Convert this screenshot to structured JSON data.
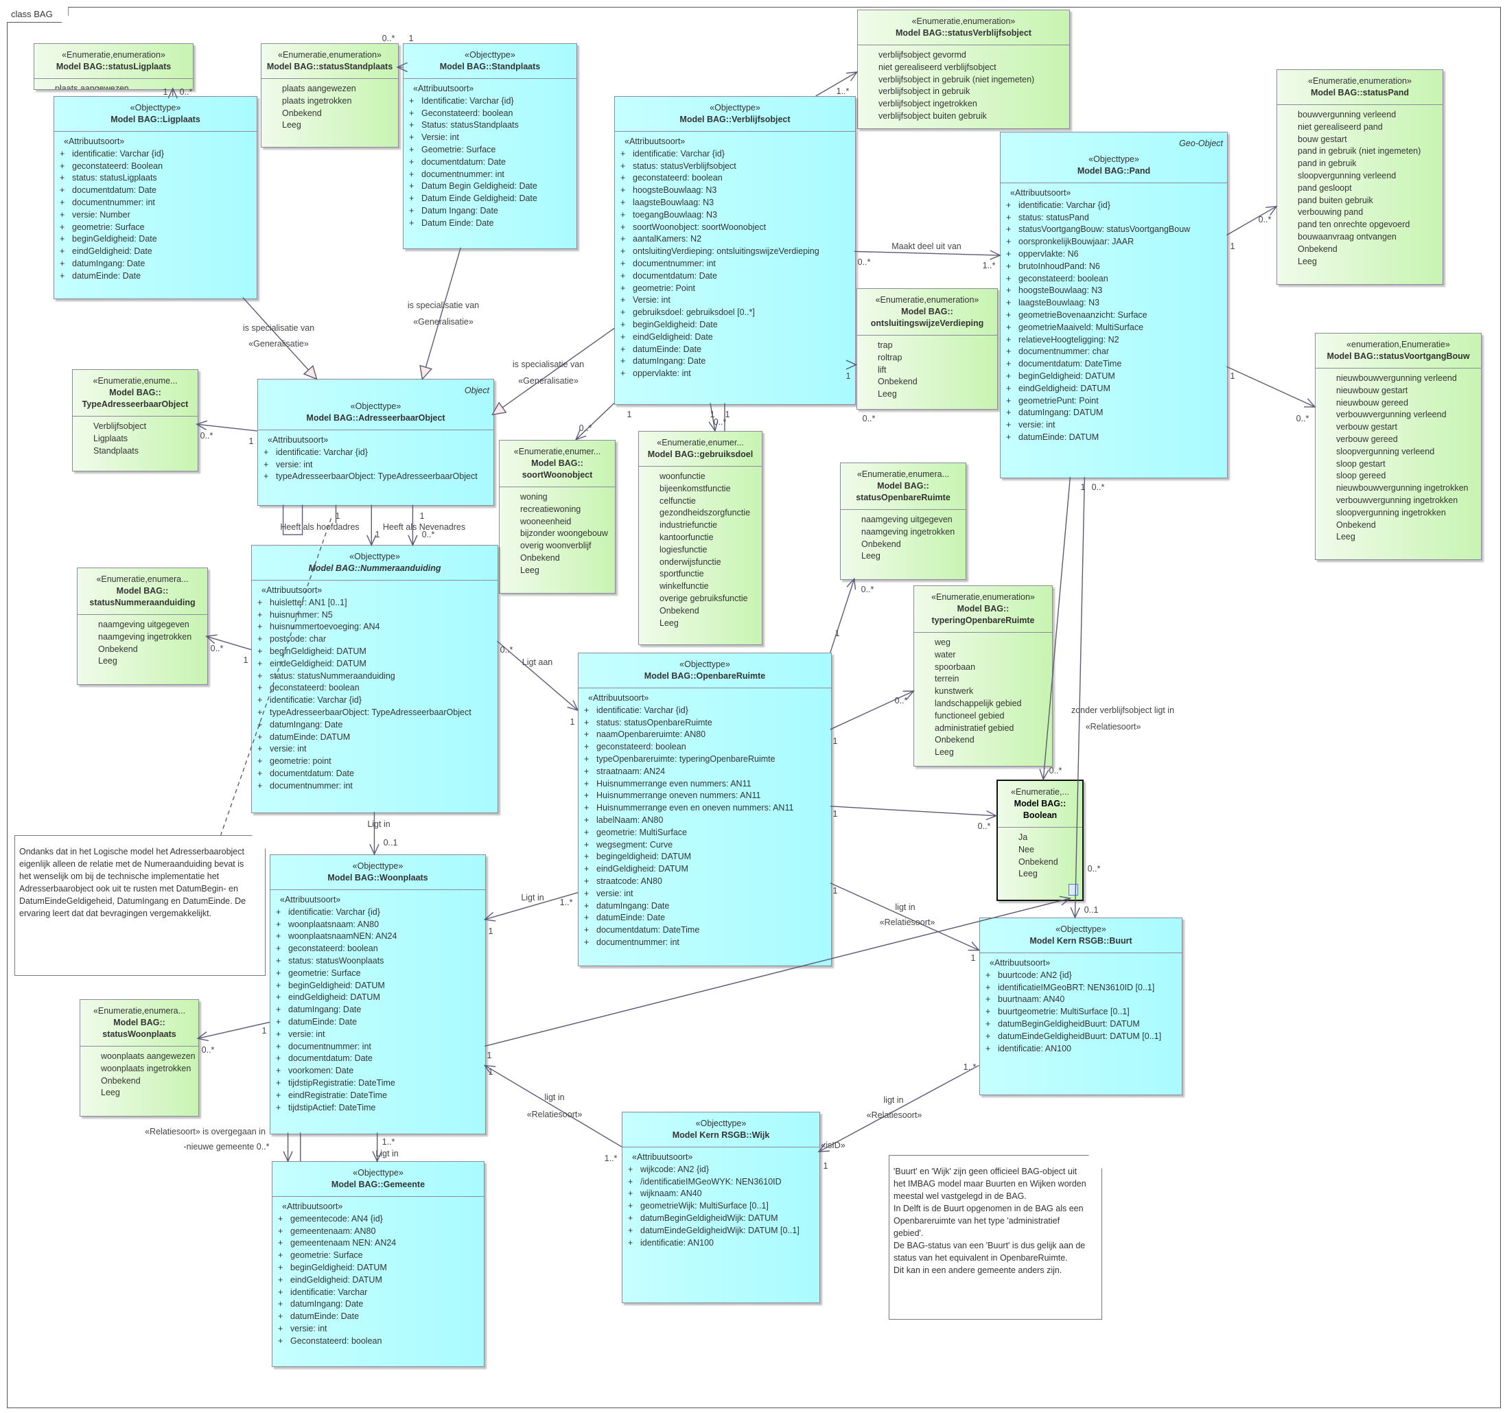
{
  "frame_title": "class BAG",
  "classes": [
    {
      "stereotype": "«Enumeratie,enumeration»",
      "name": [
        "Model BAG::statusLigplaats"
      ],
      "literals": [
        "plaats aangewezen"
      ]
    },
    {
      "stereotype": "«Enumeratie,enumeration»",
      "name": [
        "Model BAG::statusStandplaats"
      ],
      "literals": [
        "plaats aangewezen",
        "plaats ingetrokken",
        "Onbekend",
        "Leeg"
      ]
    },
    {
      "stereotype": "«Objecttype»",
      "name": [
        "Model BAG::Ligplaats"
      ],
      "section": "«Attribuutsoort»",
      "attributes": [
        "identificatie: Varchar {id}",
        "geconstateerd: Boolean",
        "status: statusLigplaats",
        "documentdatum: Date",
        "documentnummer: int",
        "versie: Number",
        "geometrie: Surface",
        "beginGeldigheid: Date",
        "eindGeldigheid: Date",
        "datumIngang: Date",
        "datumEinde: Date"
      ]
    },
    {
      "stereotype": "«Objecttype»",
      "name": [
        "Model BAG::Standplaats"
      ],
      "section": "«Attribuutsoort»",
      "attributes": [
        "Identificatie: Varchar {id}",
        "Geconstateerd: boolean",
        "Status: statusStandplaats",
        "Versie: int",
        "Geometrie: Surface",
        "documentdatum: Date",
        "documentnummer: int",
        "Datum Begin Geldigheid: Date",
        "Datum Einde Geldigheid: Date",
        "Datum Ingang: Date",
        "Datum Einde: Date"
      ]
    },
    {
      "stereotype": "«Enumeratie,enumeration»",
      "name": [
        "Model BAG::statusVerblijfsobject"
      ],
      "literals": [
        "verblijfsobject gevormd",
        "niet gerealiseerd verblijfsobject",
        "verblijfsobject in gebruik (niet ingemeten)",
        "verblijfsobject in gebruik",
        "verblijfsobject ingetrokken",
        "verblijfsobject buiten gebruik"
      ]
    },
    {
      "stereotype": "«Objecttype»",
      "name": [
        "Model BAG::Verblijfsobject"
      ],
      "section": "«Attribuutsoort»",
      "attributes": [
        "identificatie: Varchar {id}",
        "status: statusVerblijfsobject",
        "geconstateerd: boolean",
        "hoogsteBouwlaag: N3",
        "laagsteBouwlaag: N3",
        "toegangBouwlaag: N3",
        "soortWoonobject: soortWoonobject",
        "aantalKamers: N2",
        "ontsluitingVerdieping: ontsluitingswijzeVerdieping",
        "documentnummer: int",
        "documentdatum: Date",
        "geometrie: Point",
        "Versie: int",
        "gebruiksdoel: gebruiksdoel [0..*]",
        "beginGeldigheid: Date",
        "eindGeldigheid: Date",
        "datumEinde: Date",
        "datumIngang: Date",
        "oppervlakte: int"
      ]
    },
    {
      "stereotype": "«Enumeratie,enumeration»",
      "name": [
        "Model BAG::statusPand"
      ],
      "literals": [
        "bouwvergunning verleend",
        "niet gerealiseerd pand",
        "bouw gestart",
        "pand in gebruik (niet ingemeten)",
        "pand in gebruik",
        "sloopvergunning verleend",
        "pand gesloopt",
        "pand buiten gebruik",
        "verbouwing pand",
        "pand ten onrechte opgevoerd",
        "bouwaanvraag ontvangen",
        "Onbekend",
        "Leeg"
      ]
    },
    {
      "stereotype": "«Enumeratie,enumeration»",
      "name": [
        "Model BAG::",
        "ontsluitingswijzeVerdieping"
      ],
      "literals": [
        "trap",
        "roltrap",
        "lift",
        "Onbekend",
        "Leeg"
      ]
    },
    {
      "tag": "Geo-Object",
      "stereotype": "«Objecttype»",
      "name": [
        "Model BAG::Pand"
      ],
      "section": "«Attribuutsoort»",
      "attributes": [
        "identificatie: Varchar {id}",
        "status: statusPand",
        "statusVoortgangBouw: statusVoortgangBouw",
        "oorspronkelijkBouwjaar: JAAR",
        "oppervlakte: N6",
        "brutoInhoudPand: N6",
        "geconstateerd: boolean",
        "hoogsteBouwlaag: N3",
        "laagsteBouwlaag: N3",
        "geometrieBovenaanzicht: Surface",
        "geometrieMaaiveld: MultiSurface",
        "relatieveHoogteligging: N2",
        "documentnummer: char",
        "documentdatum: DateTime",
        "beginGeldigheid: DATUM",
        "eindGeldigheid: DATUM",
        "geometriePunt: Point",
        "datumIngang: DATUM",
        "versie: int",
        "datumEinde: DATUM"
      ]
    },
    {
      "stereotype": "«enumeration,Enumeratie»",
      "name": [
        "Model BAG::statusVoortgangBouw"
      ],
      "literals": [
        "nieuwbouwvergunning verleend",
        "nieuwbouw gestart",
        "nieuwbouw gereed",
        "verbouwvergunning verleend",
        "verbouw gestart",
        "verbouw gereed",
        "sloopvergunning verleend",
        "sloop gestart",
        "sloop gereed",
        "nieuwbouwvergunning ingetrokken",
        "verbouwvergunning ingetrokken",
        "sloopvergunning ingetrokken",
        "Onbekend",
        "Leeg"
      ]
    },
    {
      "stereotype": "«Enumeratie,enume...",
      "name": [
        "Model BAG::",
        "TypeAdresseerbaarObject"
      ],
      "literals": [
        "Verblijfsobject",
        "Ligplaats",
        "Standplaats"
      ]
    },
    {
      "tag": "Object",
      "stereotype": "«Objecttype»",
      "name": [
        "Model BAG::AdresseerbaarObject"
      ],
      "section": "«Attribuutsoort»",
      "attributes": [
        "identificatie: Varchar {id}",
        "versie: int",
        "typeAdresseerbaarObject: TypeAdresseerbaarObject"
      ]
    },
    {
      "stereotype": "«Enumeratie,enumer...",
      "name": [
        "Model BAG::",
        "soortWoonobject"
      ],
      "literals": [
        "woning",
        "recreatiewoning",
        "wooneenheid",
        "bijzonder woongebouw",
        "overig woonverblijf",
        "Onbekend",
        "Leeg"
      ]
    },
    {
      "stereotype": "«Objecttype»",
      "name": [
        "Model BAG::OpenbareRuimte"
      ],
      "section": "«Attribuutsoort»",
      "attributes": [
        "identificatie: Varchar {id}",
        "status: statusOpenbareRuimte",
        "naamOpenbareruimte: AN80",
        "geconstateerd: boolean",
        "typeOpenbareruimte: typeringOpenbareRuimte",
        "straatnaam: AN24",
        "Huisnummerrange even nummers: AN11",
        "Huisnummerrange oneven nummers: AN11",
        "Huisnummerrange even en oneven nummers: AN11",
        "labelNaam: AN80",
        "geometrie: MultiSurface",
        "wegsegment: Curve",
        "begingeldigheid: DATUM",
        "eindGeldigheid: DATUM",
        "straatcode: AN80",
        "versie: int",
        "datumIngang: Date",
        "datumEinde: Date",
        "documentdatum: DateTime",
        "documentnummer: int"
      ]
    },
    {
      "stereotype": "«Enumeratie,enumer...",
      "name": [
        "Model BAG::gebruiksdoel"
      ],
      "literals": [
        "woonfunctie",
        "bijeenkomstfunctie",
        "celfunctie",
        "gezondheidszorgfunctie",
        "industriefunctie",
        "kantoorfunctie",
        "logiesfunctie",
        "onderwijsfunctie",
        "sportfunctie",
        "winkelfunctie",
        "overige gebruiksfunctie",
        "Onbekend",
        "Leeg"
      ]
    },
    {
      "stereotype": "«Enumeratie,enumera...",
      "name": [
        "Model BAG::",
        "statusOpenbareRuimte"
      ],
      "literals": [
        "naamgeving uitgegeven",
        "naamgeving ingetrokken",
        "Onbekend",
        "Leeg"
      ]
    },
    {
      "stereotype": "«Enumeratie,enumeration»",
      "name": [
        "Model BAG::",
        "typeringOpenbareRuimte"
      ],
      "literals": [
        "weg",
        "water",
        "spoorbaan",
        "terrein",
        "kunstwerk",
        "landschappelijk gebied",
        "functioneel gebied",
        "administratief gebied",
        "Onbekend",
        "Leeg"
      ]
    },
    {
      "stereotype": "«Enumeratie,enumera...",
      "name": [
        "Model BAG::",
        "statusNummeraanduiding"
      ],
      "literals": [
        "naamgeving uitgegeven",
        "naamgeving ingetrokken",
        "Onbekend",
        "Leeg"
      ]
    },
    {
      "stereotype": "«Objecttype»",
      "name": [
        "Model BAG::Nummeraanduiding"
      ],
      "section": "«Attribuutsoort»",
      "attributes": [
        "huisletter: AN1 [0..1]",
        "huisnummer: N5",
        "huisnummertoevoeging: AN4",
        "postcode: char",
        "beginGeldigheid: DATUM",
        "eindeGeldigheid: DATUM",
        "status: statusNummeraanduiding",
        "geconstateerd: boolean",
        "identificatie: Varchar {id}",
        "typeAdresseerbaarObject: TypeAdresseerbaarObject",
        "datumIngang: Date",
        "datumEinde: DATUM",
        "versie: int",
        "geometrie: point",
        "documentdatum: Date",
        "documentnummer: int"
      ]
    },
    {
      "stereotype": "«Enumeratie,...",
      "name": [
        "Model BAG::",
        "Boolean"
      ],
      "literals": [
        "Ja",
        "Nee",
        "Onbekend",
        "Leeg"
      ]
    },
    {
      "stereotype": "«Objecttype»",
      "name": [
        "Model BAG::Woonplaats"
      ],
      "section": "«Attribuutsoort»",
      "attributes": [
        "identificatie: Varchar {id}",
        "woonplaatsnaam: AN80",
        "woonplaatsnaamNEN: AN24",
        "geconstateerd: boolean",
        "status: statusWoonplaats",
        "geometrie: Surface",
        "beginGeldigheid: DATUM",
        "eindGeldigheid: DATUM",
        "datumIngang: Date",
        "datumEinde: Date",
        "versie: int",
        "documentnummer: int",
        "documentdatum: Date",
        "voorkomen: Date",
        "tijdstipRegistratie: DateTime",
        "eindRegistratie: DateTime",
        "tijdstipActief: DateTime"
      ]
    },
    {
      "note": "Ondanks dat in het Logische model het Adresserbaarobject eigenlijk alleen de relatie met de Numeraanduiding bevat is het wenselijk om bij de technische implementatie het Adresserbaarobject ook uit te rusten met DatumBegin- en DatumEindeGeldigeheid, DatumIngang en DatumEinde. De ervaring leert dat dat bevragingen vergemakkelijkt."
    },
    {
      "stereotype": "«Enumeratie,enumera...",
      "name": [
        "Model BAG::",
        "statusWoonplaats"
      ],
      "literals": [
        "woonplaats aangewezen",
        "woonplaats ingetrokken",
        "Onbekend",
        "Leeg"
      ]
    },
    {
      "stereotype": "«Objecttype»",
      "name": [
        "Model Kern RSGB::Buurt"
      ],
      "section": "«Attribuutsoort»",
      "attributes": [
        "buurtcode: AN2 {id}",
        "identificatieIMGeoBRT: NEN3610ID [0..1]",
        "buurtnaam: AN40",
        "buurtgeometrie: MultiSurface [0..1]",
        "datumBeginGeldigheidBuurt: DATUM",
        "datumEindeGeldigheidBuurt: DATUM [0..1]",
        "identificatie: AN100"
      ]
    },
    {
      "stereotype": "«Objecttype»",
      "name": [
        "Model BAG::Gemeente"
      ],
      "section": "«Attribuutsoort»",
      "attributes": [
        "gemeentecode: AN4 {id}",
        "gemeentenaam: AN80",
        "gemeentenaam NEN: AN24",
        "geometrie: Surface",
        "beginGeldigheid: DATUM",
        "eindGeldigheid: DATUM",
        "identificatie: Varchar",
        "datumIngang: Date",
        "datumEinde: Date",
        "versie: int",
        "Geconstateerd: boolean"
      ]
    },
    {
      "stereotype": "«Objecttype»",
      "name": [
        "Model Kern RSGB::Wijk"
      ],
      "section": "«Attribuutsoort»",
      "attributes": [
        "wijkcode: AN2 {id}",
        "/identificatieIMGeoWYK: NEN3610ID",
        "wijknaam: AN40",
        "geometrieWijk: MultiSurface [0..1]",
        "datumBeginGeldigheidWijk: DATUM",
        "datumEindeGeldigheidWijk: DATUM [0..1]",
        "identificatie: AN100"
      ]
    },
    {
      "note": "'Buurt' en 'Wijk' zijn geen officieel BAG-object uit het IMBAG model maar Buurten en Wijken worden meestal wel vastgelegd in de BAG.\nIn Delft is de Buurt opgenomen in de BAG als een Openbareruimte van het type 'administratief gebied'.\nDe BAG-status van een 'Buurt' is dus gelijk aan de status van het equivalent in OpenbareRuimte.\nDit kan in een andere gemeente anders zijn."
    }
  ],
  "connectors": [
    {
      "labels": [
        "1",
        "0..*"
      ]
    },
    {
      "labels": [
        "1",
        "0..*"
      ]
    },
    {
      "labels": [
        "is specialisatie van",
        "«Generalisatie»"
      ]
    },
    {
      "labels": [
        "is specialisatie van",
        "«Generalisatie»"
      ]
    },
    {
      "labels": [
        "is specialisatie van",
        "«Generalisatie»"
      ]
    },
    {
      "labels": [
        "1..*"
      ]
    },
    {
      "labels": [
        "Maakt deel uit van",
        "0..*",
        "1..*"
      ]
    },
    {
      "labels": [
        "1",
        "0..*"
      ]
    },
    {
      "labels": [
        "1",
        "0..*"
      ]
    },
    {
      "labels": [
        "1",
        "0..*"
      ]
    },
    {
      "labels": [
        "1"
      ]
    },
    {
      "labels": [
        "1",
        "0..*"
      ]
    },
    {
      "labels": [
        "1",
        "0..*"
      ]
    },
    {
      "labels": [
        "1",
        "0..*"
      ]
    },
    {
      "labels": [
        "Heeft als hoofdadres",
        "1",
        "1"
      ]
    },
    {
      "labels": []
    },
    {
      "labels": [
        "Heeft als Nevenadres",
        "1",
        "0..*"
      ]
    },
    {
      "labels": [
        "1",
        "0..*"
      ]
    },
    {
      "labels": [
        "0..*",
        "Ligt aan",
        "1"
      ]
    },
    {
      "labels": [
        "Ligt in",
        "0..1"
      ]
    },
    {
      "labels": []
    },
    {
      "labels": [
        "1",
        "0..*"
      ]
    },
    {
      "labels": [
        "1",
        "0..*"
      ]
    },
    {
      "labels": [
        "1",
        "0..*"
      ]
    },
    {
      "labels": [
        "1",
        "ligt in",
        "«Relatiesoort»",
        "1"
      ]
    },
    {
      "labels": [
        "1..*",
        "Ligt in",
        "1"
      ]
    },
    {
      "labels": [
        "zonder verblijfsobject ligt in",
        "«Relatiesoort»",
        "0..*"
      ]
    },
    {
      "labels": [
        "1",
        "0..*",
        "0..*",
        "0..1"
      ]
    },
    {
      "labels": [
        "1"
      ]
    },
    {
      "labels": [
        "1",
        "0..*"
      ]
    },
    {
      "labels": [
        "«Relatiesoort» is overgegaan in",
        "-nieuwe gemeente 0..*"
      ]
    },
    {
      "labels": []
    },
    {
      "labels": [
        "1..*",
        "Ligt in"
      ]
    },
    {
      "labels": [
        "1",
        "ligt in",
        "«Relatiesoort»",
        "1..*"
      ]
    },
    {
      "labels": [
        "1..*",
        "ligt in",
        "«Relatiesoort»",
        "«isID»",
        "1"
      ]
    },
    {
      "labels": []
    }
  ]
}
